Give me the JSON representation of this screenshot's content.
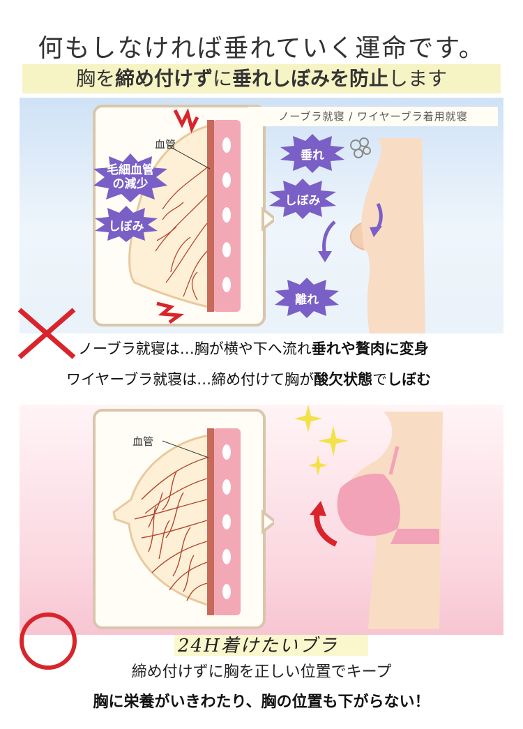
{
  "header": {
    "title": "何もしなければ垂れていく運命です。",
    "subtitle_parts": [
      "胸を",
      "締め付けず",
      "に",
      "垂れしぼみを防止",
      "します"
    ]
  },
  "top_panel": {
    "label": "ノーブラ就寝 / ワイヤーブラ着用就寝",
    "vessel_label": "血管",
    "burst_capillary": "毛細血管\nの減少",
    "burst_shrink": "しぼみ",
    "burst_sag": "垂れ",
    "burst_shrink_right": "しぼみ",
    "burst_separate": "離れ"
  },
  "captions": {
    "line1": [
      "ノーブラ就寝は…胸が横や下へ流れ",
      "垂れや贅肉に変身"
    ],
    "line2": [
      "ワイヤーブラ就寝は…締め付けて胸が",
      "酸欠状態",
      "で",
      "しぼむ"
    ]
  },
  "bottom_panel": {
    "vessel_label": "血管"
  },
  "footer": {
    "signature": "24H着けたいブラ",
    "line1": "締め付けずに胸を正しい位置でキープ",
    "line2": "胸に栄養がいきわたり、胸の位置も下がらない！"
  },
  "colors": {
    "accent_purple": "#7a5fc6",
    "accent_red": "#d8242a",
    "vessel": "#b5452e",
    "skin": "#f8dcc4",
    "bra_pink": "#f2a3b8"
  }
}
